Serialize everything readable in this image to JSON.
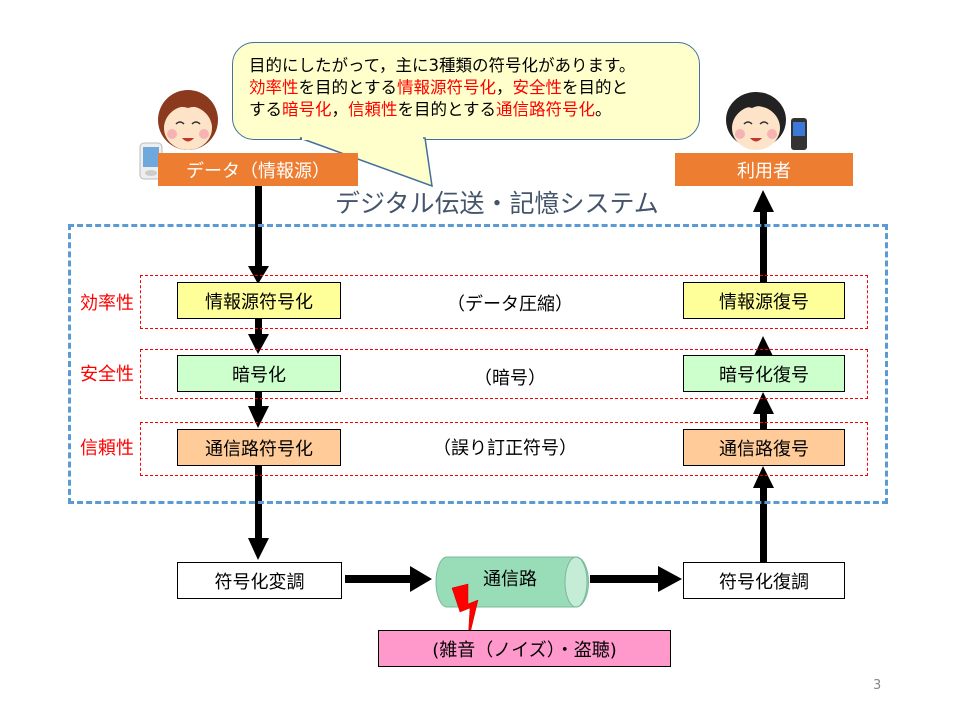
{
  "speech_bubble": {
    "line1": "目的にしたがって，主に3種類の符号化があります。",
    "line2_parts": [
      {
        "text": "効率性",
        "color": "red"
      },
      {
        "text": "を目的とする",
        "color": "black"
      },
      {
        "text": "情報源符号化",
        "color": "red"
      },
      {
        "text": "，",
        "color": "black"
      },
      {
        "text": "安全性",
        "color": "red"
      },
      {
        "text": "を目的と",
        "color": "black"
      }
    ],
    "line3_parts": [
      {
        "text": "する",
        "color": "black"
      },
      {
        "text": "暗号化",
        "color": "red"
      },
      {
        "text": "，",
        "color": "black"
      },
      {
        "text": "信頼性",
        "color": "red"
      },
      {
        "text": "を目的とする",
        "color": "black"
      },
      {
        "text": "通信路符号化",
        "color": "red"
      },
      {
        "text": "。",
        "color": "black"
      }
    ]
  },
  "source": {
    "label": "データ（情報源）",
    "avatar": "girl-avatar",
    "device": "pda-icon"
  },
  "user": {
    "label": "利用者",
    "avatar": "boy-avatar",
    "device": "mobile-phone-icon"
  },
  "system_title": "デジタル伝送・記憶システム",
  "layers": [
    {
      "property": "効率性",
      "encoder": "情報源符号化",
      "description": "（データ圧縮）",
      "decoder": "情報源復号",
      "color": "#ffff99"
    },
    {
      "property": "安全性",
      "encoder": "暗号化",
      "description": "（暗号）",
      "decoder": "暗号化復号",
      "color": "#ccffcc"
    },
    {
      "property": "信頼性",
      "encoder": "通信路符号化",
      "description": "（誤り訂正符号）",
      "decoder": "通信路復号",
      "color": "#ffcc99"
    }
  ],
  "modulator": "符号化変調",
  "channel": "通信路",
  "demodulator": "符号化復調",
  "noise": "(雑音（ノイズ）・盗聴)",
  "page_number": "3",
  "colors": {
    "orange": "#ed7d31",
    "frame_blue": "#5b9bd5",
    "layer_red": "#ff0000",
    "channel_green": "#99dcb8",
    "noise_pink": "#ff99cc"
  }
}
